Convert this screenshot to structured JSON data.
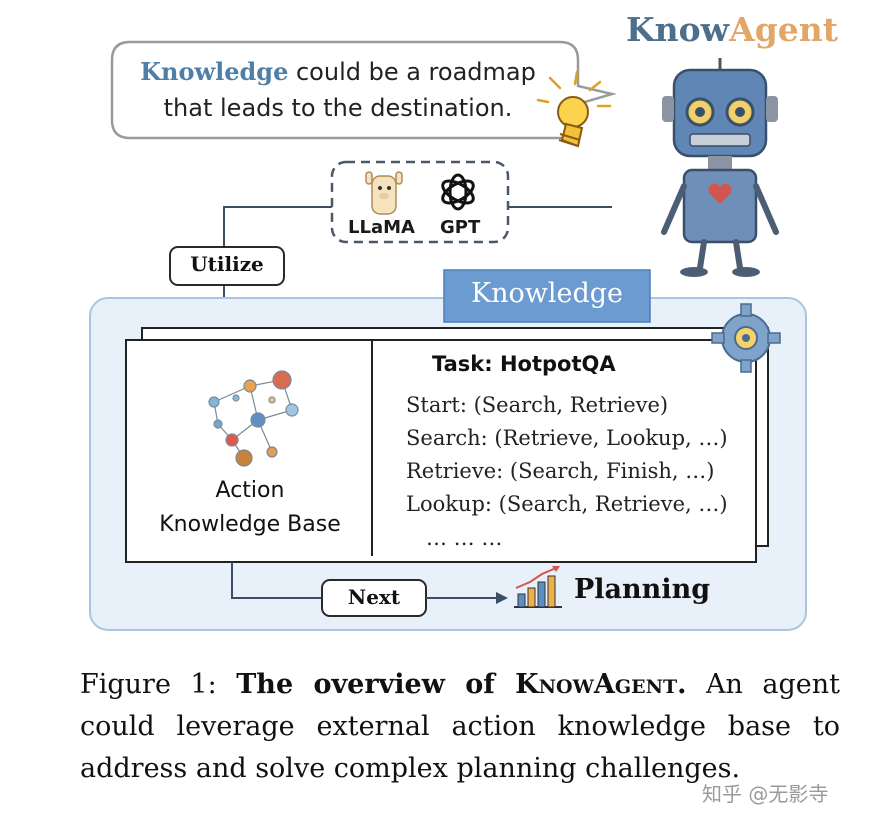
{
  "title": {
    "know": "Know",
    "agent": "Agent"
  },
  "bubble": {
    "keyword": "Knowledge",
    "rest": " could be a roadmap",
    "line2": "that leads to  the destination."
  },
  "models": {
    "llama": "LLaMA",
    "gpt": "GPT"
  },
  "utilize_label": "Utilize",
  "knowledge_tab": "Knowledge",
  "action_kb": {
    "line1": "Action",
    "line2": "Knowledge Base"
  },
  "task": {
    "label": "Task:  HotpotQA",
    "lines": [
      "Start: (Search, Retrieve)",
      "Search: (Retrieve, Lookup, …)",
      "Retrieve: (Search, Finish, …)",
      "Lookup: (Search, Retrieve, …)",
      "… … …"
    ]
  },
  "next_label": "Next",
  "planning_label": "Planning",
  "caption": {
    "prefix": "Figure 1: ",
    "bold_a": "The overview of K",
    "bold_sc1": "now",
    "bold_b": "A",
    "bold_sc2": "gent",
    "bold_end": ".",
    "rest": " An agent could leverage external action knowledge base to address and solve complex planning challenges."
  },
  "watermark": "知乎 @无影寺",
  "colors": {
    "panel_bg": "#e8f1f9",
    "panel_border": "#a9c6e0",
    "tab": "#6b9bd1",
    "line": "#3c4e63"
  }
}
